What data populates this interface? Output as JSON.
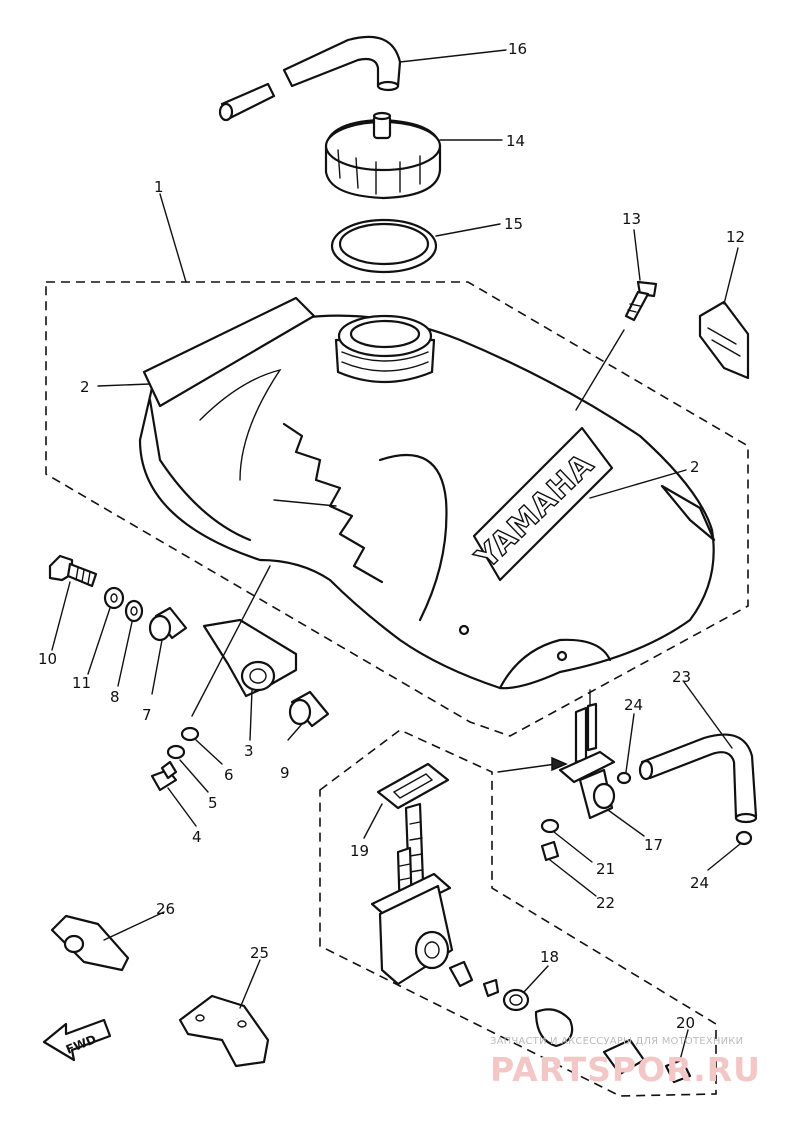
{
  "diagram": {
    "callouts": {
      "p1": "1",
      "p2_left": "2",
      "p2_right": "2",
      "p3": "3",
      "p4": "4",
      "p5": "5",
      "p6": "6",
      "p7": "7",
      "p8": "8",
      "p9": "9",
      "p10": "10",
      "p11": "11",
      "p12": "12",
      "p13": "13",
      "p14": "14",
      "p15": "15",
      "p16": "16",
      "p17": "17",
      "p18": "18",
      "p19": "19",
      "p20": "20",
      "p21": "21",
      "p22": "22",
      "p23": "23",
      "p24_top": "24",
      "p24_bottom": "24",
      "p25": "25",
      "p26": "26"
    },
    "tank_logo": "YAMAHA",
    "fwd_label": "FWD"
  },
  "watermark": {
    "caption": "ЗАПЧАСТИ И АКСЕССУАРЫ ДЛЯ МОТОТЕХНИКИ",
    "site": "PARTSPOR.RU"
  },
  "colors": {
    "line": "#111111",
    "background": "#ffffff",
    "watermark_main": "#f4c7c7",
    "watermark_caption": "#bbbbbb"
  }
}
